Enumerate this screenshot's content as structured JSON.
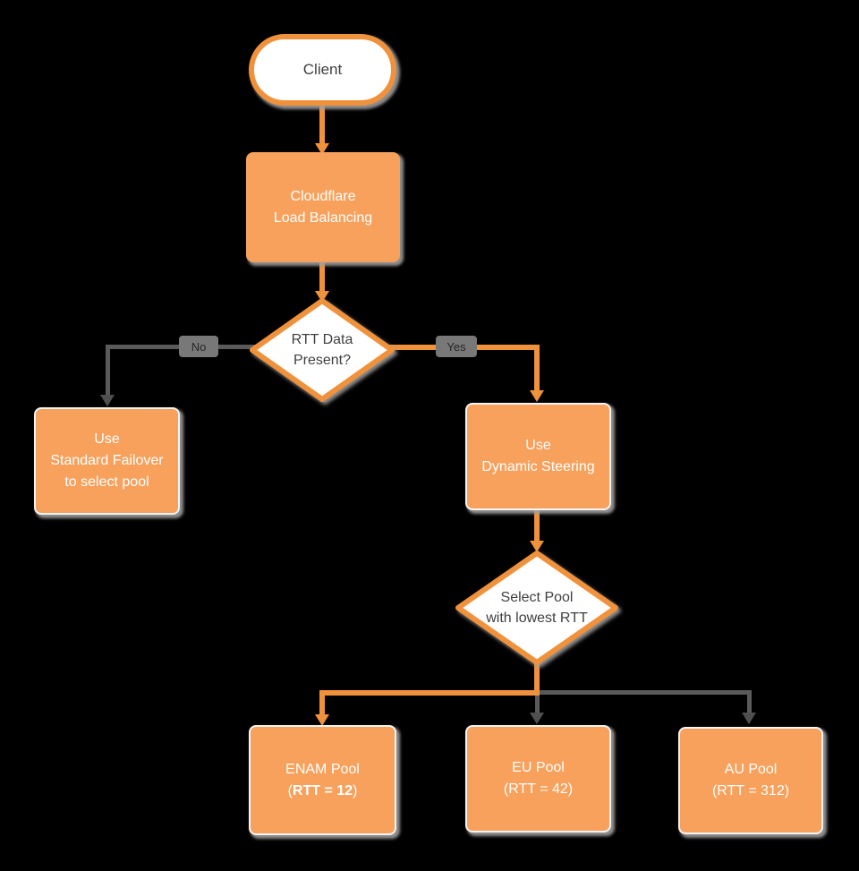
{
  "diagram": {
    "title_hint": "Cloudflare Load Balancing RTT steering flowchart",
    "colors": {
      "background": "#000000",
      "orange_fill": "#F8A15C",
      "orange_stroke": "#F0913C",
      "gray_line": "#5A5A5A",
      "white_fill": "#FFFFFF",
      "dark_text": "#404040",
      "light_text": "#FFFFFF",
      "label_bg": "#787878"
    },
    "nodes": {
      "client": {
        "label": "Client"
      },
      "load_balancer": {
        "line1": "Cloudflare",
        "line2": "Load Balancing"
      },
      "rtt_decision": {
        "line1": "RTT Data",
        "line2": "Present?"
      },
      "standard_failover": {
        "line1": "Use",
        "line2": "Standard Failover",
        "line3": "to select pool"
      },
      "dynamic_steering": {
        "line1": "Use",
        "line2": "Dynamic Steering"
      },
      "select_pool": {
        "line1": "Select Pool",
        "line2": "with lowest RTT"
      },
      "enam_pool": {
        "line1": "ENAM Pool",
        "line2_open": "(",
        "line2_bold": "RTT = 12",
        "line2_close": ")"
      },
      "eu_pool": {
        "line1": "EU Pool",
        "line2": "(RTT = 42)"
      },
      "au_pool": {
        "line1": "AU Pool",
        "line2": "(RTT = 312)"
      }
    },
    "edge_labels": {
      "no": "No",
      "yes": "Yes"
    }
  }
}
